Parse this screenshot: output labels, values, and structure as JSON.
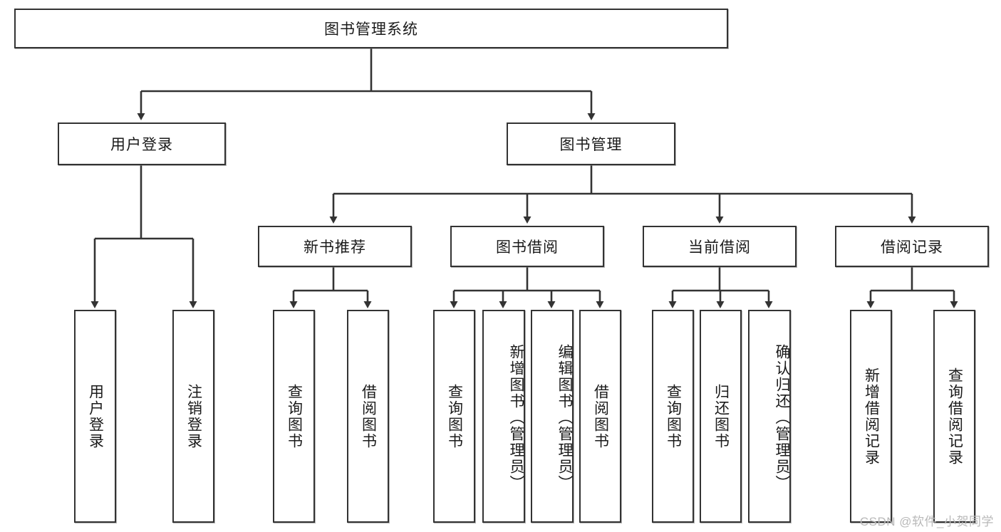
{
  "diagram": {
    "type": "tree-hierarchy-chart",
    "title": "图书管理系统",
    "root": {
      "id": "root",
      "label": "图书管理系统"
    },
    "level2": [
      {
        "id": "user-login",
        "label": "用户登录"
      },
      {
        "id": "book-management",
        "label": "图书管理"
      }
    ],
    "level3": [
      {
        "id": "new-book-recommend",
        "label": "新书推荐",
        "parent": "book-management"
      },
      {
        "id": "book-borrow",
        "label": "图书借阅",
        "parent": "book-management"
      },
      {
        "id": "current-borrow",
        "label": "当前借阅",
        "parent": "book-management"
      },
      {
        "id": "borrow-record",
        "label": "借阅记录",
        "parent": "book-management"
      }
    ],
    "leaves": [
      {
        "id": "leaf-user-login",
        "label": "用户登录",
        "parent": "user-login"
      },
      {
        "id": "leaf-logout-login",
        "label": "注销登录",
        "parent": "user-login"
      },
      {
        "id": "leaf-query-book-1",
        "label": "查询图书",
        "parent": "new-book-recommend"
      },
      {
        "id": "leaf-borrow-book-1",
        "label": "借阅图书",
        "parent": "new-book-recommend"
      },
      {
        "id": "leaf-query-book-2",
        "label": "查询图书",
        "parent": "book-borrow"
      },
      {
        "id": "leaf-add-book",
        "label": "新增图书（管理员）",
        "parent": "book-borrow"
      },
      {
        "id": "leaf-edit-book",
        "label": "编辑图书（管理员）",
        "parent": "book-borrow"
      },
      {
        "id": "leaf-borrow-book-2",
        "label": "借阅图书",
        "parent": "book-borrow"
      },
      {
        "id": "leaf-query-book-3",
        "label": "查询图书",
        "parent": "current-borrow"
      },
      {
        "id": "leaf-return-book",
        "label": "归还图书",
        "parent": "current-borrow"
      },
      {
        "id": "leaf-confirm-return",
        "label": "确认归还（管理员）",
        "parent": "current-borrow"
      },
      {
        "id": "leaf-add-record",
        "label": "新增借阅记录",
        "parent": "borrow-record"
      },
      {
        "id": "leaf-query-record",
        "label": "查询借阅记录",
        "parent": "borrow-record"
      }
    ],
    "watermark": "CSDN @软件_小贺同学",
    "colors": {
      "stroke": "#333333",
      "fill": "#ffffff",
      "text": "#1a1a1a",
      "watermark": "#b9b9b9"
    }
  }
}
